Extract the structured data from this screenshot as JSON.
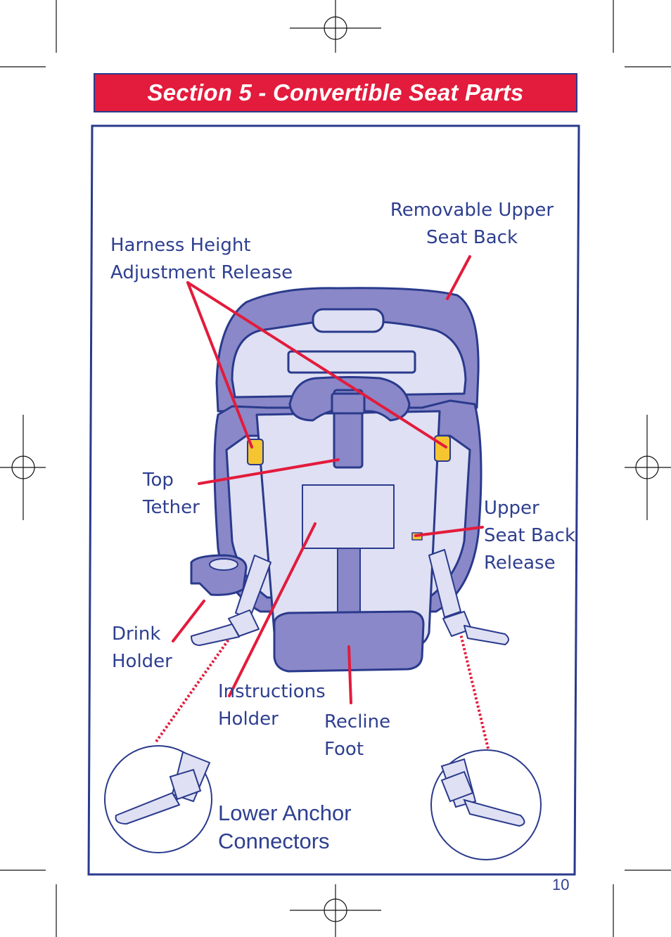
{
  "section": {
    "title": "Section 5 - Convertible Seat Parts"
  },
  "labels": {
    "removable_upper_seat_back": [
      "Removable Upper",
      "Seat Back"
    ],
    "harness_height_adjustment_release": [
      "Harness Height",
      "Adjustment Release"
    ],
    "top_tether": [
      "Top",
      "Tether"
    ],
    "upper_seat_back_release": [
      "Upper",
      "Seat Back",
      "Release"
    ],
    "drink_holder": [
      "Drink",
      "Holder"
    ],
    "instructions_holder": [
      "Instructions",
      "Holder"
    ],
    "recline_foot": [
      "Recline",
      "Foot"
    ],
    "lower_anchor_connectors": [
      "Lower Anchor",
      "Connectors"
    ]
  },
  "page_number": "10",
  "colors": {
    "banner_red": "#e31b3c",
    "outline_blue": "#2a3a8c",
    "text_blue": "#2e3f8f",
    "seat_purple": "#8a88c8",
    "seat_light": "#dfe0f3",
    "callout_red": "#e31b3c",
    "release_yellow": "#f4c531"
  }
}
